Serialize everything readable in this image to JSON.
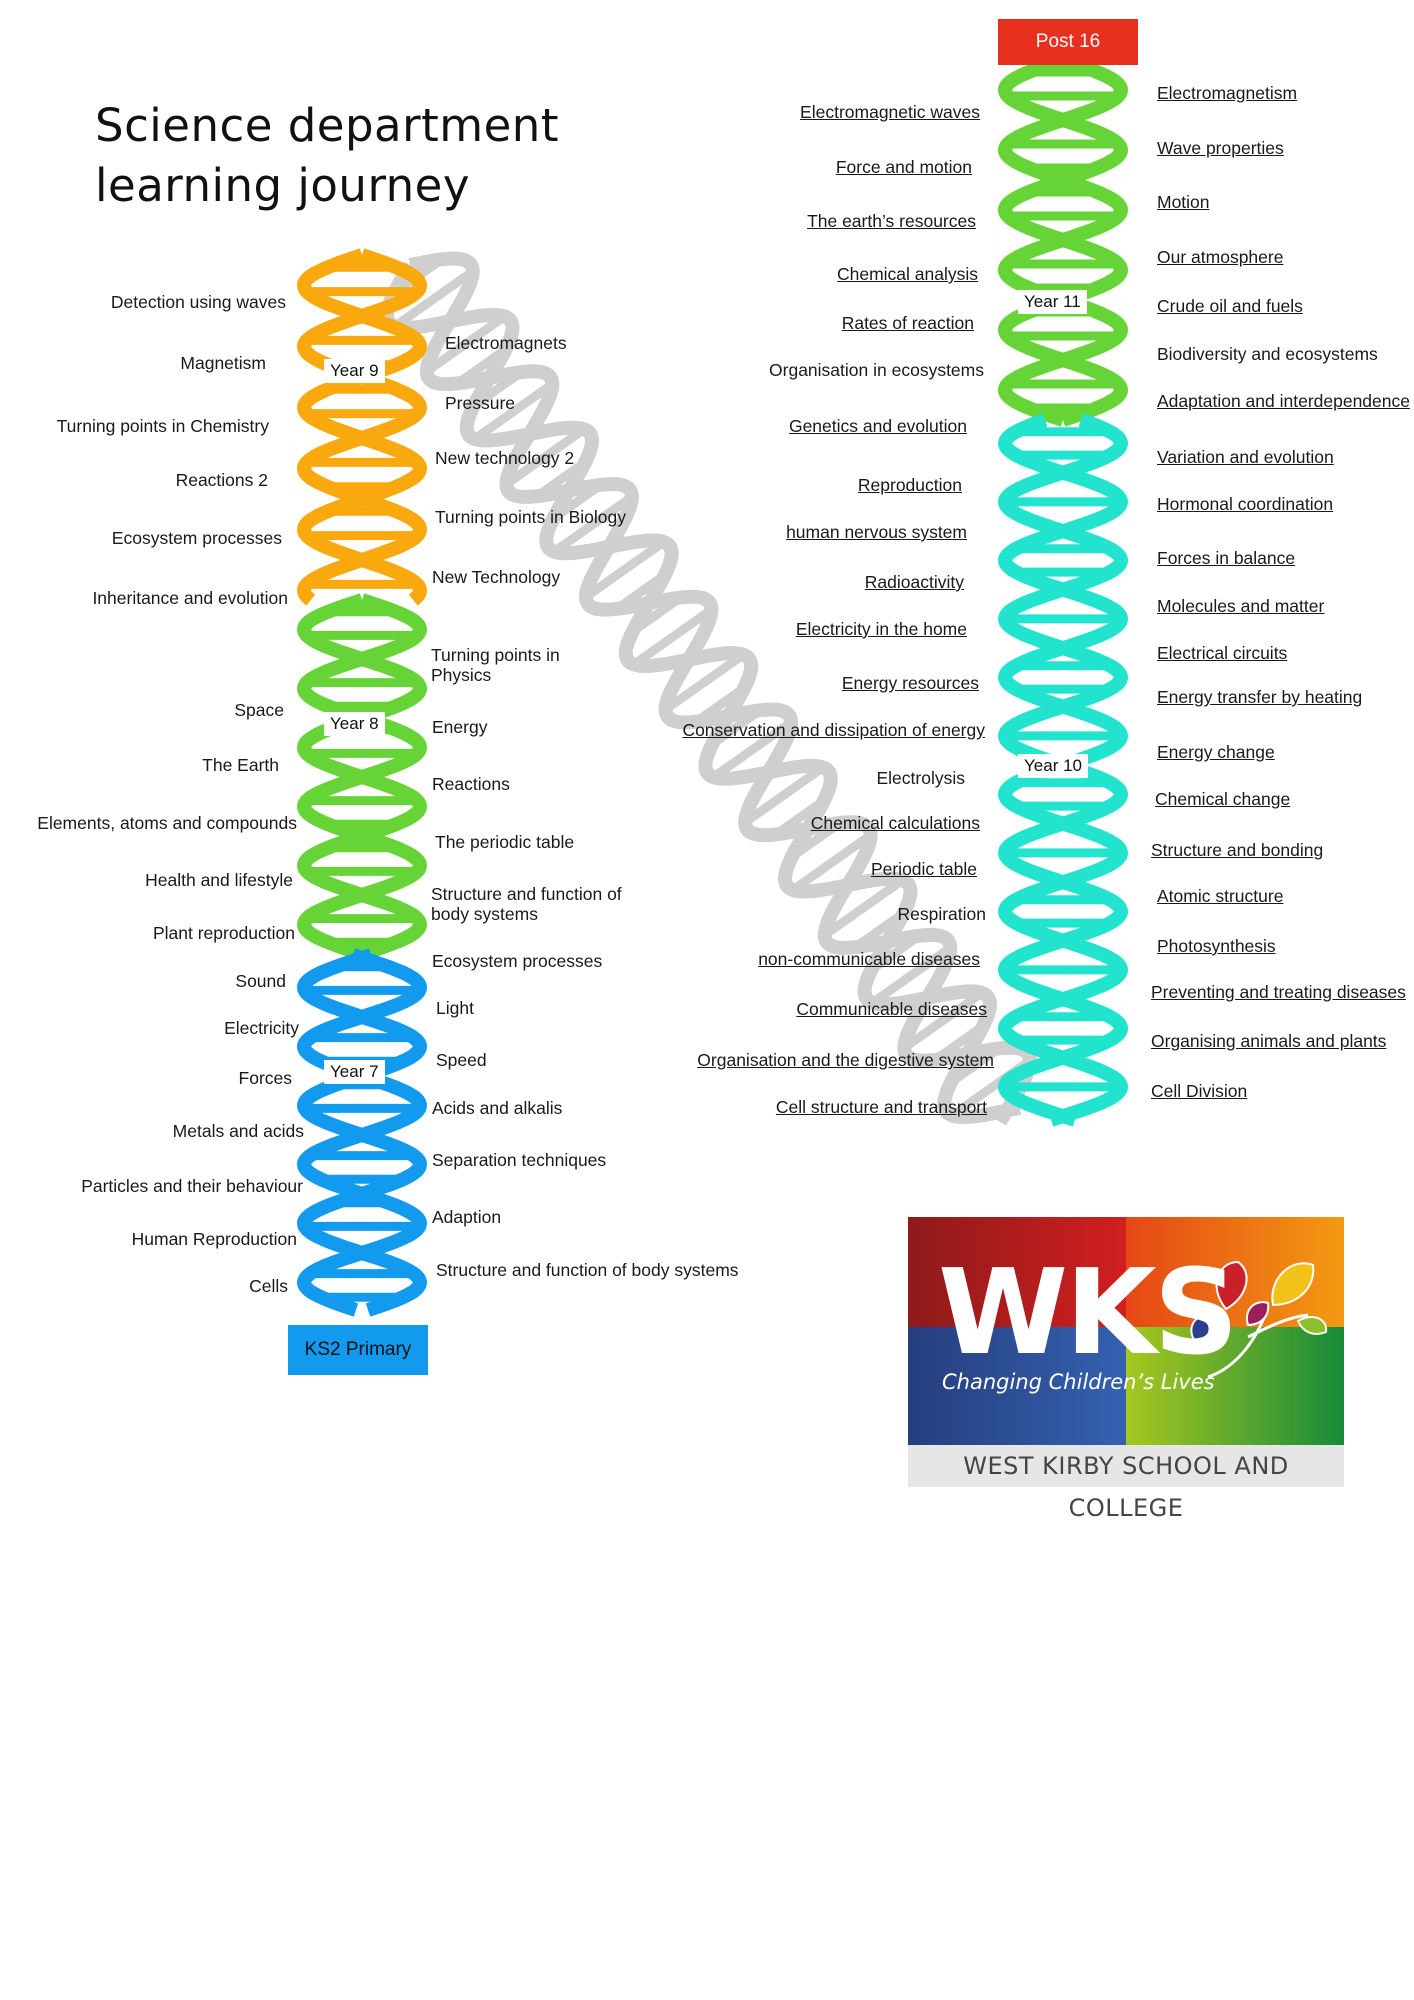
{
  "page": {
    "title": "Science department learning journey"
  },
  "markers": {
    "post16": "Post 16",
    "ks2": "KS2 Primary"
  },
  "helix": {
    "left_strand": [
      {
        "year": "Year 9",
        "color": "#f9a80e"
      },
      {
        "year": "Year 8",
        "color": "#66d336"
      },
      {
        "year": "Year 7",
        "color": "#129aee"
      }
    ],
    "right_strand": [
      {
        "year": "Year 11",
        "color": "#66d336"
      },
      {
        "year": "Year 10",
        "color": "#22e3cd"
      }
    ],
    "connector_color": "#cfcfcf"
  },
  "left_column": {
    "year9_left": [
      "Detection using waves",
      "Magnetism",
      "Turning points in Chemistry",
      "Reactions 2",
      "Ecosystem processes",
      "Inheritance and evolution"
    ],
    "year9_right": [
      "Electromagnets",
      "Pressure",
      "New technology 2",
      "Turning points in Biology",
      "New Technology"
    ],
    "year8_left": [
      "Space",
      "The Earth",
      "Elements, atoms and compounds",
      "Health and lifestyle",
      "Plant reproduction"
    ],
    "year8_right": [
      "Turning points in Physics",
      "Energy",
      "Reactions",
      "The periodic table",
      "Structure and function of body systems",
      "Ecosystem processes"
    ],
    "year7_left": [
      "Sound",
      "Electricity",
      "Forces",
      "Metals and acids",
      "Particles and their behaviour",
      "Human Reproduction",
      "Cells"
    ],
    "year7_right": [
      "Light",
      "Speed",
      "Acids and alkalis",
      "Separation techniques",
      "Adaption",
      "Structure and function of body systems"
    ]
  },
  "right_column": {
    "left_labels": [
      "Electromagnetic waves",
      "Force and motion",
      "The earth’s resources",
      "Chemical analysis",
      "Rates of reaction",
      "Organisation in ecosystems",
      "Genetics and evolution",
      "Reproduction",
      "human nervous system",
      "Radioactivity",
      "Electricity in the home",
      "Energy resources",
      "Conservation and dissipation of energy",
      "Electrolysis",
      "Chemical calculations",
      "Periodic table",
      "Respiration",
      "non-communicable diseases",
      "Communicable diseases",
      "Organisation and the digestive system",
      "Cell structure and transport"
    ],
    "right_labels": [
      "Electromagnetism",
      "Wave properties",
      "Motion",
      "Our atmosphere",
      "Crude oil and fuels",
      "Biodiversity and ecosystems",
      "Adaptation and interdependence",
      "Variation and evolution",
      "Hormonal coordination",
      "Forces in balance",
      "Molecules and matter",
      "Electrical circuits",
      "Energy transfer by heating",
      "Energy change",
      "Chemical change",
      "Structure and bonding",
      "Atomic structure",
      "Photosynthesis",
      "Preventing and treating diseases",
      "Organising animals and plants",
      "Cell Division"
    ]
  },
  "logo": {
    "letters": "WKS",
    "tagline": "Changing Children’s Lives",
    "name": "WEST KIRBY SCHOOL AND COLLEGE"
  }
}
